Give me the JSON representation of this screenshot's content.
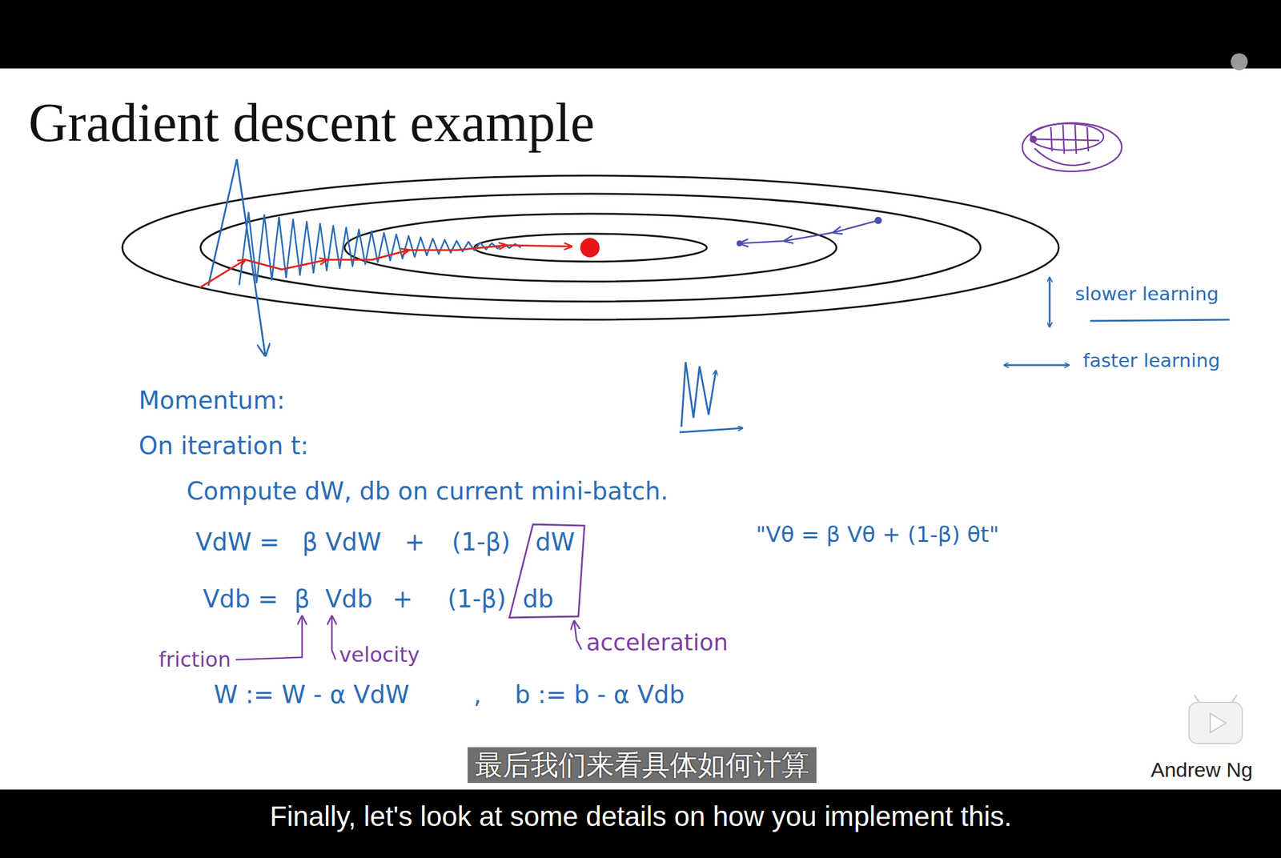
{
  "diagram": {
    "title": "Gradient descent example",
    "labels": [
      "slower learning",
      "faster learning",
      "Momentum:",
      "On iteration t:",
      "Compute dW, db on current mini-batch.",
      "VdW =",
      "β VdW",
      "+",
      "(1-β)",
      "dW",
      "\"Vθ = β Vθ + (1-β) θt\"",
      "Vdb =",
      "β",
      "Vdb",
      "+",
      "(1-β)",
      "db",
      "friction",
      "velocity",
      "acceleration",
      "W := W - α VdW",
      ",",
      "b := b - α Vdb",
      "Andrew Ng",
      "最后我们来看具体如何计算",
      "Finally, let's look at some details on how you implement this."
    ]
  }
}
